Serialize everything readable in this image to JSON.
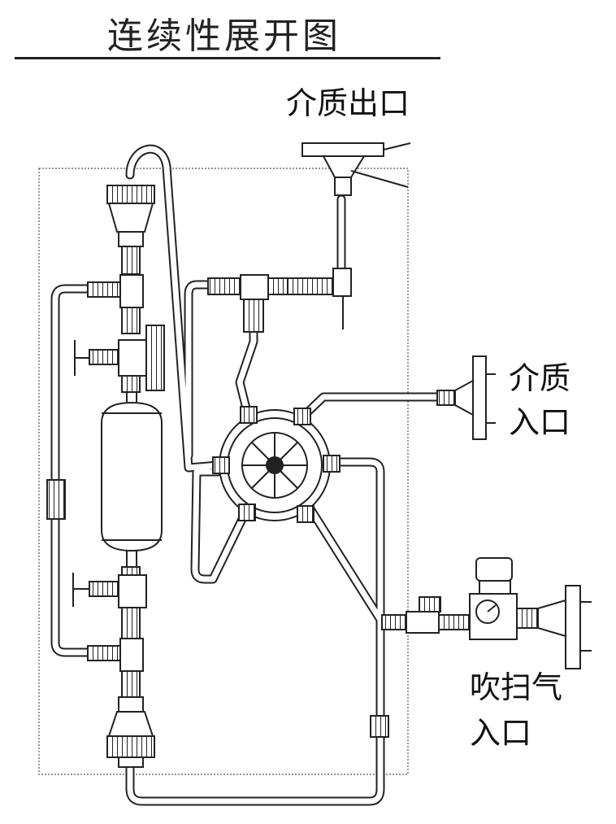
{
  "title": "连续性展开图",
  "labels": {
    "medium_outlet": "介质出口",
    "medium_inlet_line1": "介质",
    "medium_inlet_line2": "入口",
    "purge_inlet_line1": "吹扫气",
    "purge_inlet_line2": "入口"
  }
}
